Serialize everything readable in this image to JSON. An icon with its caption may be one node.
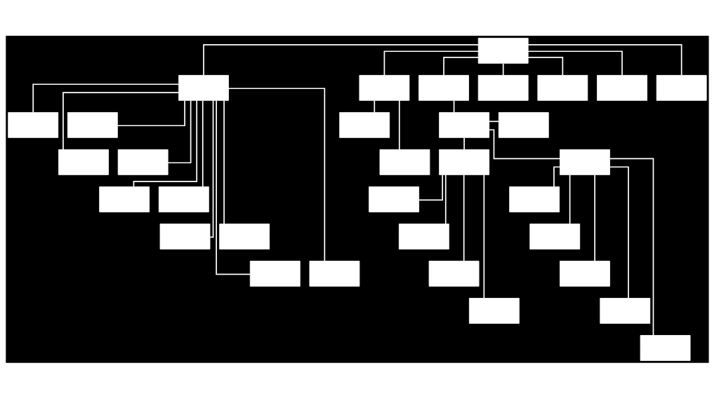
{
  "diagram": {
    "nodes": [
      {
        "text": [],
        "shape": "box"
      },
      {
        "text": [],
        "shape": "box"
      },
      {
        "text": [],
        "shape": "box"
      },
      {
        "text": [],
        "shape": "box"
      },
      {
        "text": [],
        "shape": "box"
      },
      {
        "text": [],
        "shape": "box"
      },
      {
        "text": [],
        "shape": "box"
      },
      {
        "text": [],
        "shape": "box"
      },
      {
        "text": [],
        "shape": "box"
      },
      {
        "text": [],
        "shape": "box"
      },
      {
        "text": [],
        "shape": "box"
      },
      {
        "text": [],
        "shape": "box"
      },
      {
        "text": [],
        "shape": "box"
      },
      {
        "text": [],
        "shape": "box"
      },
      {
        "text": [],
        "shape": "box"
      },
      {
        "text": [],
        "shape": "box"
      },
      {
        "text": [],
        "shape": "box"
      },
      {
        "text": [],
        "shape": "box"
      },
      {
        "text": [],
        "shape": "box"
      },
      {
        "text": [],
        "shape": "box"
      },
      {
        "text": [],
        "shape": "box"
      },
      {
        "text": [],
        "shape": "box"
      },
      {
        "text": [],
        "shape": "box"
      },
      {
        "text": [],
        "shape": "box"
      },
      {
        "text": [],
        "shape": "box"
      },
      {
        "text": [],
        "shape": "box"
      },
      {
        "text": [],
        "shape": "box"
      },
      {
        "text": [],
        "shape": "box"
      },
      {
        "text": [],
        "shape": "box"
      },
      {
        "text": [],
        "shape": "box"
      },
      {
        "text": [],
        "shape": "box"
      },
      {
        "text": [],
        "shape": "box"
      },
      {
        "text": [],
        "shape": "box"
      }
    ],
    "edges": [
      {
        "from": 0,
        "to": 1,
        "arrow": "none"
      },
      {
        "from": 0,
        "to": 2,
        "arrow": "none"
      },
      {
        "from": 0,
        "to": 3,
        "arrow": "none"
      },
      {
        "from": 0,
        "to": 4,
        "arrow": "none"
      },
      {
        "from": 0,
        "to": 5,
        "arrow": "none"
      },
      {
        "from": 0,
        "to": 6,
        "arrow": "none"
      },
      {
        "from": 0,
        "to": 7,
        "arrow": "none"
      },
      {
        "from": 1,
        "to": 8,
        "arrow": "none"
      },
      {
        "from": 1,
        "to": 9,
        "arrow": "none"
      },
      {
        "from": 1,
        "to": 13,
        "arrow": "none"
      },
      {
        "from": 1,
        "to": 14,
        "arrow": "none"
      },
      {
        "from": 1,
        "to": 18,
        "arrow": "none"
      },
      {
        "from": 1,
        "to": 19,
        "arrow": "none"
      },
      {
        "from": 1,
        "to": 22,
        "arrow": "none"
      },
      {
        "from": 1,
        "to": 23,
        "arrow": "none"
      },
      {
        "from": 1,
        "to": 26,
        "arrow": "none"
      },
      {
        "from": 1,
        "to": 27,
        "arrow": "none"
      },
      {
        "from": 2,
        "to": 10,
        "arrow": "none"
      },
      {
        "from": 2,
        "to": 15,
        "arrow": "none"
      },
      {
        "from": 3,
        "to": 11,
        "arrow": "none"
      },
      {
        "from": 11,
        "to": 12,
        "arrow": "none"
      },
      {
        "from": 11,
        "to": 16,
        "arrow": "none"
      },
      {
        "from": 11,
        "to": 17,
        "arrow": "none"
      },
      {
        "from": 16,
        "to": 20,
        "arrow": "none"
      },
      {
        "from": 16,
        "to": 24,
        "arrow": "none"
      },
      {
        "from": 16,
        "to": 28,
        "arrow": "none"
      },
      {
        "from": 16,
        "to": 30,
        "arrow": "none"
      },
      {
        "from": 17,
        "to": 21,
        "arrow": "none"
      },
      {
        "from": 17,
        "to": 25,
        "arrow": "none"
      },
      {
        "from": 17,
        "to": 29,
        "arrow": "none"
      },
      {
        "from": 17,
        "to": 31,
        "arrow": "none"
      },
      {
        "from": 17,
        "to": 32,
        "arrow": "none"
      }
    ]
  }
}
